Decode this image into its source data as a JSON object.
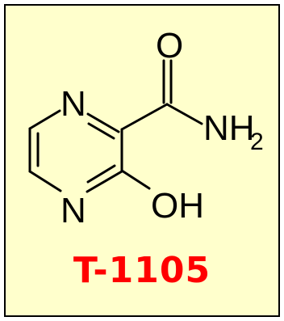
{
  "molecule": {
    "atoms": {
      "n_top": "N",
      "n_bottom": "N",
      "oxygen_carbonyl": "O",
      "amine_n": "NH",
      "amine_subscript": "2",
      "hydroxyl": "OH"
    }
  },
  "compound": {
    "name": "T-1105"
  },
  "colors": {
    "background": "#ffffcc",
    "border": "#000000",
    "name": "#ff0000"
  }
}
